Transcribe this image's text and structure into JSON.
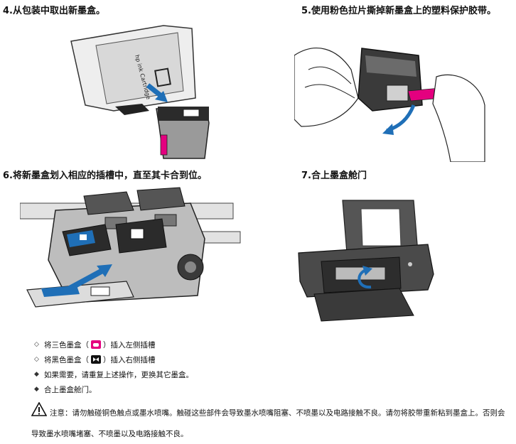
{
  "steps": [
    {
      "title": "4.从包装中取出新墨盒。"
    },
    {
      "title": "5.使用粉色拉片撕掉新墨盒上的塑料保护胶带。"
    },
    {
      "title": "6.将新墨盒划入相应的插槽中，直至其卡合到位。"
    },
    {
      "title": "7.合上墨盒舱门"
    }
  ],
  "illustrations": {
    "package_brand": "hp ink Cartridge"
  },
  "notes": [
    {
      "marker": "◇",
      "before": "将三色墨盒（",
      "icon": "tricolor-cartridge-icon",
      "after": "）插入左侧插槽"
    },
    {
      "marker": "◇",
      "before": "将黑色墨盒（",
      "icon": "black-cartridge-icon",
      "after": "）插入右侧插槽"
    },
    {
      "marker": "◆",
      "text": "如果需要，请重复上述操作，更换其它墨盒。"
    },
    {
      "marker": "◆",
      "text": "合上墨盒舱门。"
    }
  ],
  "warning": {
    "text": "注意：请勿触碰铜色触点或墨水喷嘴。触碰这些部件会导致墨水喷嘴阻塞、不喷墨以及电路接触不良。请勿将胶带重新粘到墨盒上。否则会导致墨水喷嘴堵塞、不喷墨以及电路接触不良。"
  },
  "colors": {
    "pink_tab": "#e4007f",
    "arrow_blue": "#1f6fb7",
    "cartridge_dark": "#2b2b2b"
  }
}
